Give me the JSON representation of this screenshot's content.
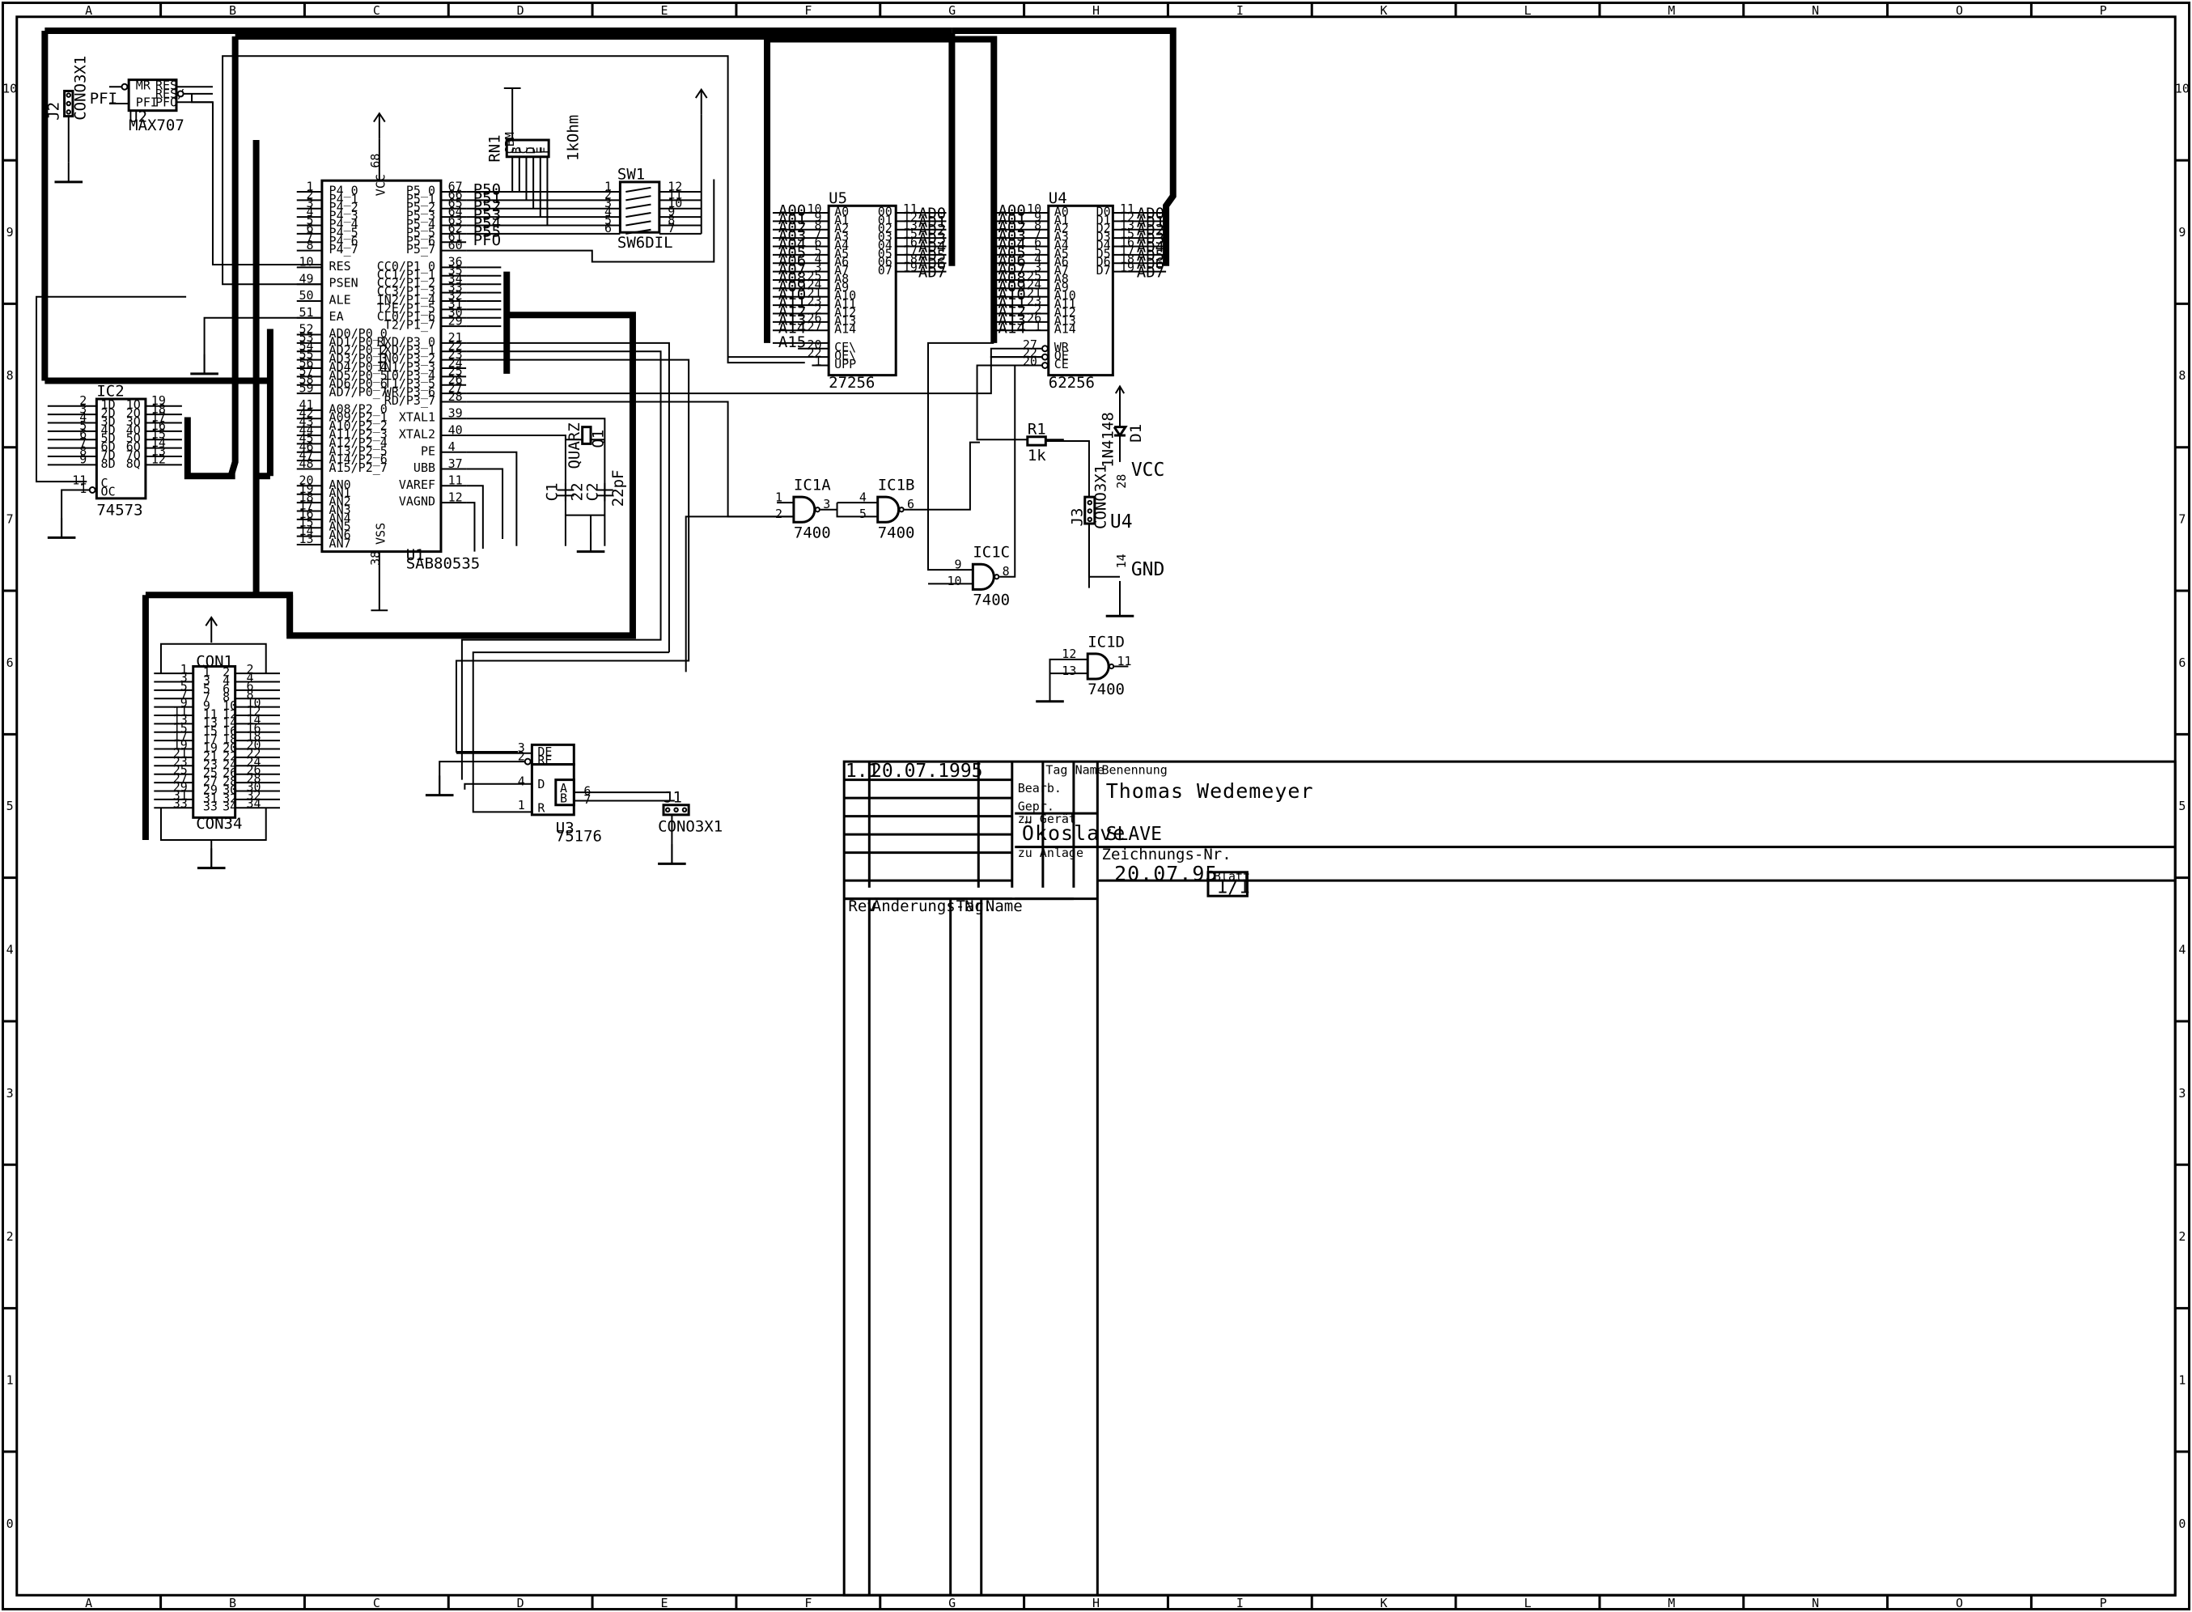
{
  "border": {
    "cols": [
      "A",
      "B",
      "C",
      "D",
      "E",
      "F",
      "G",
      "H",
      "I",
      "K",
      "L",
      "M",
      "N",
      "O",
      "P"
    ],
    "rows": [
      "10",
      "9",
      "8",
      "7",
      "6",
      "5",
      "4",
      "3",
      "2",
      "1",
      "0"
    ]
  },
  "parts": {
    "u1": {
      "ref": "U1",
      "type": "SAB80535",
      "vcc_pin": "68",
      "vss_pin": "38",
      "vcc": "VCC",
      "vss": "VSS"
    },
    "u2": {
      "ref": "U2",
      "type": "MAX707",
      "pfi": "PFI"
    },
    "u3": {
      "ref": "U3",
      "type": "75176"
    },
    "u4": {
      "ref": "U4",
      "type": "62256"
    },
    "u5": {
      "ref": "U5",
      "type": "27256"
    },
    "ic2": {
      "ref": "IC2",
      "type": "74573"
    },
    "rn1": {
      "ref": "RN1",
      "value": "1kOhm",
      "pins": [
        "CBM",
        "B",
        "C",
        "D",
        "E",
        "F"
      ]
    },
    "sw1": {
      "ref": "SW1",
      "type": "SW6DIL"
    },
    "q1": {
      "ref": "Q1",
      "type": "QUARZ"
    },
    "c1": {
      "ref": "C1",
      "value": "22"
    },
    "c2": {
      "ref": "C2",
      "value": "22pF"
    },
    "r1": {
      "ref": "R1",
      "value": "1k"
    },
    "d1": {
      "ref": "D1",
      "type": "1N4148"
    },
    "con1": {
      "ref": "CON1",
      "type": "CON34"
    },
    "j1": {
      "ref": "J1",
      "type": "CONO3X1"
    },
    "j2": {
      "ref": "J2",
      "type": "CONO3X1"
    },
    "j3": {
      "ref": "J3",
      "type": "CONO3X1"
    },
    "ic1a": {
      "ref": "IC1A",
      "type": "7400"
    },
    "ic1b": {
      "ref": "IC1B",
      "type": "7400"
    },
    "ic1c": {
      "ref": "IC1C",
      "type": "7400"
    },
    "ic1d": {
      "ref": "IC1D",
      "type": "7400"
    }
  },
  "power": {
    "vcc": "VCC",
    "gnd": "GND",
    "u4": "U4",
    "pin28": "28",
    "pin14": "14"
  },
  "title_block": {
    "rev_line": "1.1",
    "rev_date": "20.07.1995",
    "tag": "Tag",
    "name": "Name",
    "benennung": "Benennung",
    "author": "Thomas Wedemeyer",
    "bearb": "Bearb.",
    "gepr": "Gepr.",
    "zu_geraet": "zu Gerät",
    "geraet": "Ökoslave",
    "title": "SLAVE",
    "zu_anlage": "zu Anlage",
    "zeichnungs_nr": "Zeichnungs-Nr.",
    "drawing_no": "20.07.95",
    "blatt_label": "Blatt",
    "blatt": "1/1",
    "rev": "Rev",
    "aenderungs_nr": "Änderungs-Nr."
  }
}
